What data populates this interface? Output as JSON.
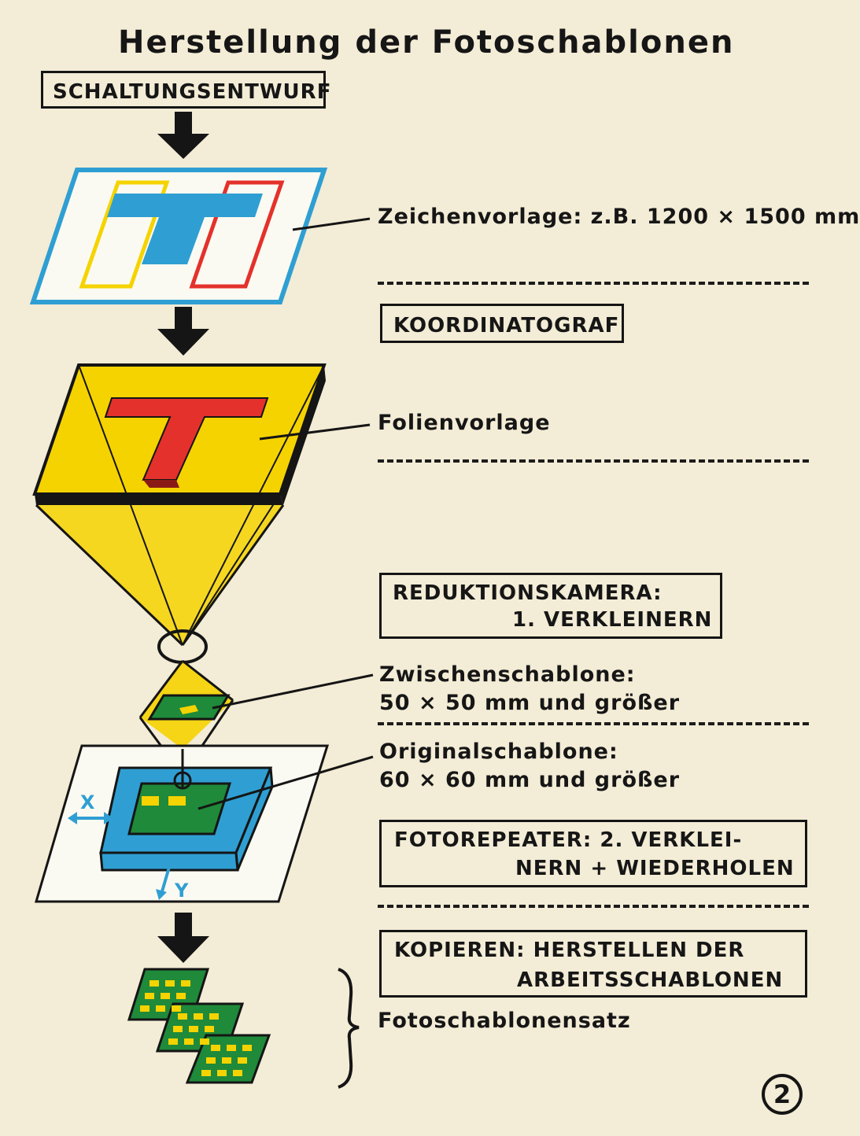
{
  "title": "Herstellung der Fotoschablonen",
  "steps": {
    "schaltungsentwurf": "SCHALTUNGSENTWURF",
    "koordinatograf": "KOORDINATOGRAF",
    "reduktionskamera": [
      "REDUKTIONSKAMERA:",
      "1. VERKLEINERN"
    ],
    "fotorepeater": [
      "FOTOREPEATER: 2. VERKLEI-",
      "NERN + WIEDERHOLEN"
    ],
    "kopieren": [
      "KOPIEREN: HERSTELLEN DER",
      "ARBEITSSCHABLONEN"
    ]
  },
  "labels": {
    "zeichenvorlage": "Zeichenvorlage: z.B. 1200 × 1500 mm",
    "folienvorlage": "Folienvorlage",
    "zwischenschablone": [
      "Zwischenschablone:",
      "50 × 50 mm und größer"
    ],
    "originalschablone": [
      "Originalschablone:",
      "60 × 60 mm und größer"
    ],
    "fotoschablonensatz": "Fotoschablonensatz"
  },
  "axes": {
    "x": "X",
    "y": "Y"
  },
  "figure_number": "2",
  "colors": {
    "background": "#f3ecd6",
    "ink": "#151515",
    "cyan": "#2f9fd3",
    "yellow": "#f5d300",
    "red": "#e4312b",
    "green": "#1f8a3a"
  }
}
